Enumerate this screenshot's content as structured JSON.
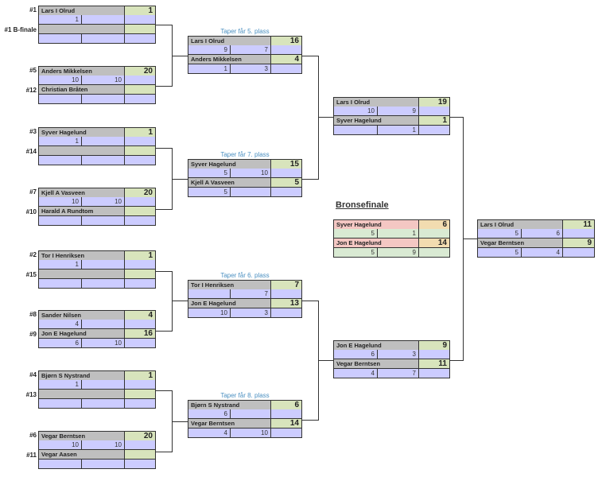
{
  "round1": [
    {
      "seedA": "#1",
      "a": {
        "name": "Lars I Olrud",
        "score": "1",
        "sets": [
          "1",
          ""
        ]
      },
      "seedB": "#1 B-finale",
      "b": {
        "name": "",
        "score": "",
        "sets": [
          "",
          ""
        ]
      }
    },
    {
      "seedA": "#5",
      "a": {
        "name": "Anders Mikkelsen",
        "score": "20",
        "sets": [
          "10",
          "10"
        ]
      },
      "seedB": "#12",
      "b": {
        "name": "Christian Bråten",
        "score": "",
        "sets": [
          "",
          ""
        ]
      }
    },
    {
      "seedA": "#3",
      "a": {
        "name": "Syver Hagelund",
        "score": "1",
        "sets": [
          "1",
          ""
        ]
      },
      "seedB": "#14",
      "b": {
        "name": "",
        "score": "",
        "sets": [
          "",
          ""
        ]
      }
    },
    {
      "seedA": "#7",
      "a": {
        "name": "Kjell A Vasveen",
        "score": "20",
        "sets": [
          "10",
          "10"
        ]
      },
      "seedB": "#10",
      "b": {
        "name": "Harald A Rundtom",
        "score": "",
        "sets": [
          "",
          ""
        ]
      }
    },
    {
      "seedA": "#2",
      "a": {
        "name": "Tor I Henriksen",
        "score": "1",
        "sets": [
          "1",
          ""
        ]
      },
      "seedB": "#15",
      "b": {
        "name": "",
        "score": "",
        "sets": [
          "",
          ""
        ]
      }
    },
    {
      "seedA": "#8",
      "a": {
        "name": "Sander Nilsen",
        "score": "4",
        "sets": [
          "4",
          ""
        ]
      },
      "seedB": "#9",
      "b": {
        "name": "Jon E Hagelund",
        "score": "16",
        "sets": [
          "6",
          "10"
        ]
      }
    },
    {
      "seedA": "#4",
      "a": {
        "name": "Bjørn S Nystrand",
        "score": "1",
        "sets": [
          "1",
          ""
        ]
      },
      "seedB": "#13",
      "b": {
        "name": "",
        "score": "",
        "sets": [
          "",
          ""
        ]
      }
    },
    {
      "seedA": "#6",
      "a": {
        "name": "Vegar Berntsen",
        "score": "20",
        "sets": [
          "10",
          "10"
        ]
      },
      "seedB": "#11",
      "b": {
        "name": "Vegar Aasen",
        "score": "",
        "sets": [
          "",
          ""
        ]
      }
    }
  ],
  "round2": [
    {
      "title": "Taper får 5. plass",
      "a": {
        "name": "Lars I Olrud",
        "score": "16",
        "sets": [
          "9",
          "7"
        ]
      },
      "b": {
        "name": "Anders Mikkelsen",
        "score": "4",
        "sets": [
          "1",
          "3"
        ]
      }
    },
    {
      "title": "Taper får 7. plass",
      "a": {
        "name": "Syver Hagelund",
        "score": "15",
        "sets": [
          "5",
          "10"
        ]
      },
      "b": {
        "name": "Kjell A Vasveen",
        "score": "5",
        "sets": [
          "5",
          ""
        ]
      }
    },
    {
      "title": "Taper får 6. plass",
      "a": {
        "name": "Tor I Henriksen",
        "score": "7",
        "sets": [
          "",
          "7"
        ]
      },
      "b": {
        "name": "Jon E Hagelund",
        "score": "13",
        "sets": [
          "10",
          "3"
        ]
      }
    },
    {
      "title": "Taper får 8. plass",
      "a": {
        "name": "Bjørn S Nystrand",
        "score": "6",
        "sets": [
          "6",
          ""
        ]
      },
      "b": {
        "name": "Vegar Berntsen",
        "score": "14",
        "sets": [
          "4",
          "10"
        ]
      }
    }
  ],
  "semifinals": [
    {
      "a": {
        "name": "Lars I Olrud",
        "score": "19",
        "sets": [
          "10",
          "9"
        ]
      },
      "b": {
        "name": "Syver Hagelund",
        "score": "1",
        "sets": [
          "",
          "1"
        ]
      }
    },
    {
      "a": {
        "name": "Jon E Hagelund",
        "score": "9",
        "sets": [
          "6",
          "3"
        ]
      },
      "b": {
        "name": "Vegar Berntsen",
        "score": "11",
        "sets": [
          "4",
          "7"
        ]
      }
    }
  ],
  "bronze": {
    "label": "Bronsefinale",
    "a": {
      "name": "Syver Hagelund",
      "score": "6",
      "sets": [
        "5",
        "1"
      ]
    },
    "b": {
      "name": "Jon E Hagelund",
      "score": "14",
      "sets": [
        "5",
        "9"
      ]
    }
  },
  "final": {
    "a": {
      "name": "Lars I Olrud",
      "score": "11",
      "sets": [
        "5",
        "6"
      ]
    },
    "b": {
      "name": "Vegar Berntsen",
      "score": "9",
      "sets": [
        "5",
        "4"
      ]
    }
  }
}
